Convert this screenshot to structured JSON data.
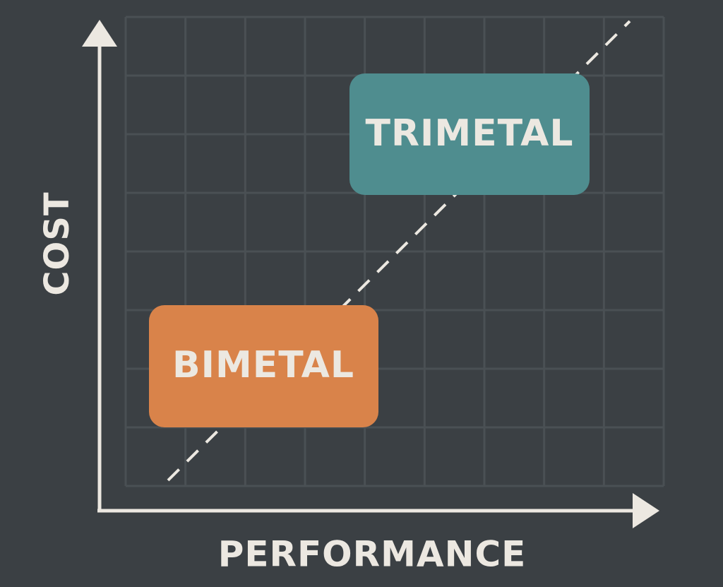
{
  "axes": {
    "x_label": "PERFORMANCE",
    "y_label": "COST"
  },
  "boxes": [
    {
      "label": "TRIMETAL",
      "color": "#4f8d8f"
    },
    {
      "label": "BIMETAL",
      "color": "#d9834a"
    }
  ],
  "colors": {
    "background": "#3b4044",
    "grid": "#4a5054",
    "axis": "#ece8e1",
    "trend_line": "#ece8e1",
    "text": "#ece8e1"
  }
}
